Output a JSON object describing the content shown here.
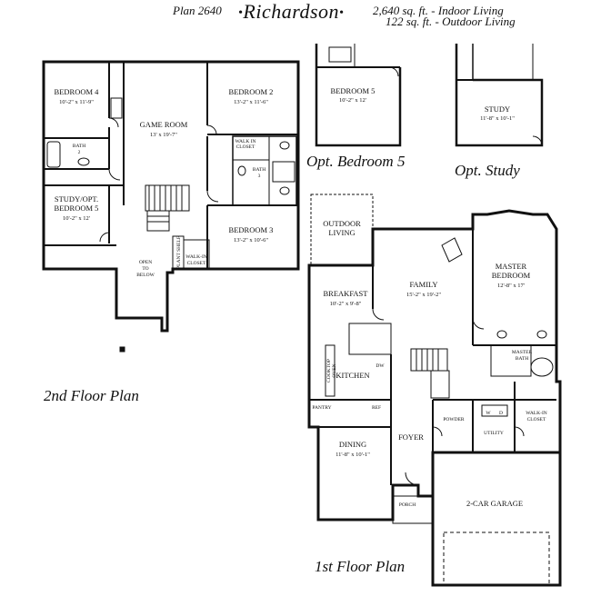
{
  "header": {
    "plan_number": "Plan 2640",
    "plan_name": "Richardson",
    "indoor_sqft": "2,640 sq. ft. - Indoor Living",
    "outdoor_sqft": "122 sq. ft. - Outdoor Living"
  },
  "captions": {
    "second_floor": "2nd Floor Plan",
    "first_floor": "1st Floor Plan",
    "opt_bedroom5": "Opt. Bedroom 5",
    "opt_study": "Opt. Study"
  },
  "second_floor": {
    "bedroom4": {
      "name": "BEDROOM 4",
      "dim": "10'-2\" x 11'-9\""
    },
    "bath2": {
      "name": "BATH",
      "num": "2"
    },
    "study_opt_bed5": {
      "name1": "STUDY/OPT.",
      "name2": "BEDROOM 5",
      "dim": "10'-2\" x 12'"
    },
    "game_room": {
      "name": "GAME ROOM",
      "dim": "13' x 19'-7\""
    },
    "bedroom2": {
      "name": "BEDROOM 2",
      "dim": "13'-2\" x 11'-6\""
    },
    "walkin_closet": {
      "name1": "WALK IN",
      "name2": "CLOSET"
    },
    "bath3": {
      "name": "BATH",
      "num": "3"
    },
    "bedroom3": {
      "name": "BEDROOM 3",
      "dim": "13'-2\" x 10'-6\""
    },
    "open_to_below": {
      "l1": "OPEN",
      "l2": "TO",
      "l3": "BELOW"
    },
    "plant_shelf": "PLANT SHELF",
    "walkin_closet2": {
      "name1": "WALK-IN",
      "name2": "CLOSET"
    }
  },
  "opt_bedroom5": {
    "name": "BEDROOM 5",
    "dim": "10'-2\" x 12'"
  },
  "opt_study": {
    "name": "STUDY",
    "dim": "11'-8\" x 10'-1\""
  },
  "first_floor": {
    "outdoor_living": {
      "l1": "OUTDOOR",
      "l2": "LIVING"
    },
    "breakfast": {
      "name": "BREAKFAST",
      "dim": "10'-2\" x 9'-8\""
    },
    "family": {
      "name": "FAMILY",
      "dim": "15'-2\" x 19'-2\""
    },
    "master_bedroom": {
      "name1": "MASTER",
      "name2": "BEDROOM",
      "dim": "12'-8\" x 17'"
    },
    "master_bath": {
      "name1": "MASTER",
      "name2": "BATH"
    },
    "kitchen": "KITCHEN",
    "cooktop_oven": {
      "l1": "COOKTOP",
      "l2": "OVEN"
    },
    "dw": "DW",
    "pantry": "PANTRY",
    "ref": "REF",
    "powder": "POWDER",
    "walkin_closet": {
      "name1": "WALK-IN",
      "name2": "CLOSET"
    },
    "wd": {
      "w": "W",
      "d": "D"
    },
    "utility": "UTILITY",
    "dining": {
      "name": "DINING",
      "dim": "11'-8\" x 10'-1\""
    },
    "foyer": "FOYER",
    "porch": "PORCH",
    "garage": "2-CAR GARAGE"
  }
}
